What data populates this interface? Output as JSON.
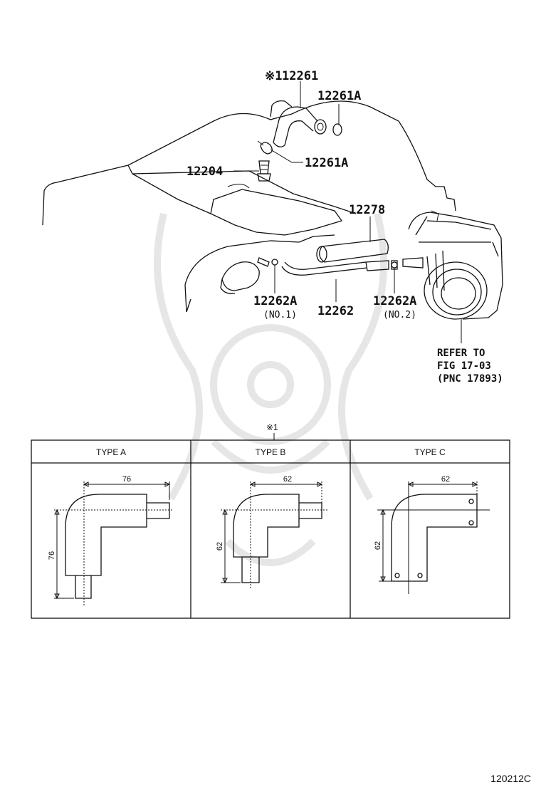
{
  "main_labels": {
    "part_12261_marker": "※1",
    "part_12261": "12261",
    "part_12261A_top": "12261A",
    "part_12261A_mid": "12261A",
    "part_12204": "12204",
    "part_12278": "12278",
    "part_12262A_1": "12262A",
    "part_12262A_1_sub": "(NO.1)",
    "part_12262": "12262",
    "part_12262A_2": "12262A",
    "part_12262A_2_sub": "(NO.2)"
  },
  "refer": {
    "line1": "REFER TO",
    "line2": "FIG 17-03",
    "line3": "(PNC 17893)"
  },
  "table": {
    "marker": "※1",
    "headers": [
      "TYPE A",
      "TYPE B",
      "TYPE C"
    ],
    "type_a": {
      "horizontal": "76",
      "vertical": "76"
    },
    "type_b": {
      "horizontal": "62",
      "vertical": "62"
    },
    "type_c": {
      "horizontal": "62",
      "vertical": "62"
    }
  },
  "figure_code": "120212C"
}
